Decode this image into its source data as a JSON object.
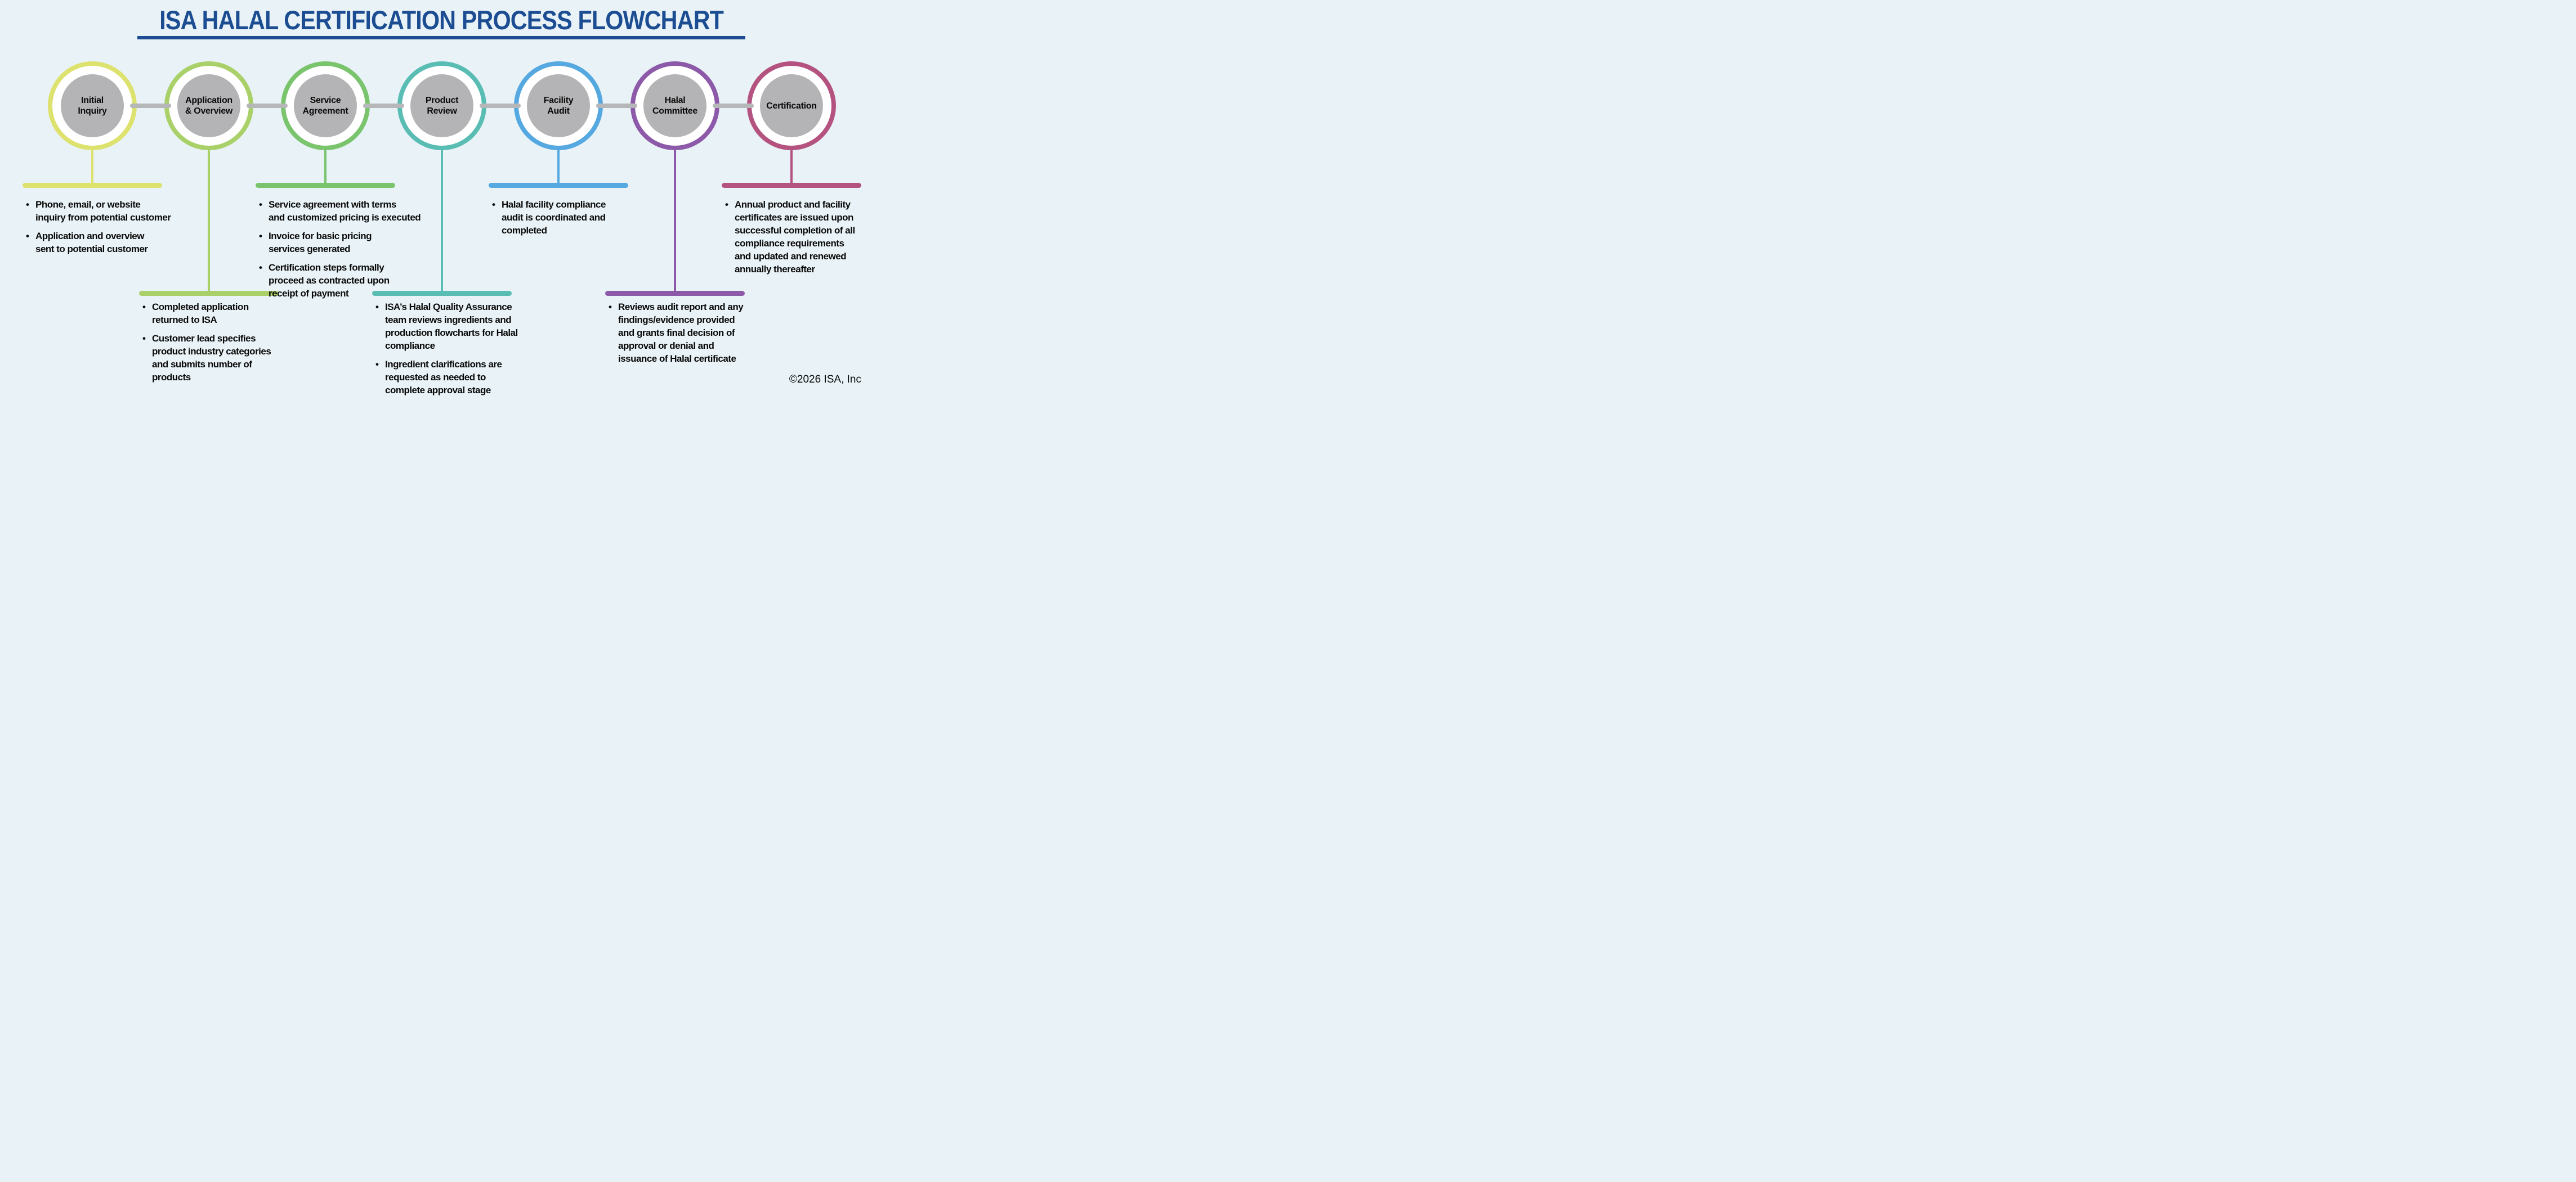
{
  "title": "ISA HALAL CERTIFICATION PROCESS FLOWCHART",
  "copyright": "©2026 ISA, Inc",
  "icons": {
    "bullet": "•"
  },
  "colors": {
    "background": "#e9f3f7",
    "title": "#1c4d92",
    "text": "#0a0a0a",
    "node_fill": "#b4b4b6",
    "connector": "#b6b7b9"
  },
  "stages": [
    {
      "label": "Initial\nInquiry",
      "color": "#dde26e",
      "detail_position": "top",
      "bullets": [
        "Phone, email, or website\ninquiry from potential customer",
        "Application and overview\nsent to potential customer"
      ]
    },
    {
      "label": "Application\n& Overview",
      "color": "#a9d069",
      "detail_position": "bottom",
      "bullets": [
        "Completed application\nreturned to ISA",
        "Customer lead specifies\nproduct industry categories\nand submits number of\nproducts"
      ]
    },
    {
      "label": "Service\nAgreement",
      "color": "#7bc46e",
      "detail_position": "top",
      "bullets": [
        "Service agreement with terms\nand customized pricing is executed",
        "Invoice for basic pricing\nservices generated",
        "Certification steps formally\nproceed as contracted upon\nreceipt of payment"
      ]
    },
    {
      "label": "Product\nReview",
      "color": "#5abdb4",
      "detail_position": "bottom",
      "bullets": [
        "ISA’s Halal Quality Assurance\nteam reviews ingredients and\nproduction flowcharts for Halal\ncompliance",
        "Ingredient clarifications are\nrequested as needed to\ncomplete approval stage"
      ]
    },
    {
      "label": "Facility\nAudit",
      "color": "#55a9e0",
      "detail_position": "top",
      "bullets": [
        "Halal facility compliance\naudit is coordinated and\ncompleted"
      ]
    },
    {
      "label": "Halal\nCommittee",
      "color": "#8d5aaa",
      "detail_position": "bottom",
      "bullets": [
        "Reviews audit report and any\nfindings/evidence provided\nand grants final decision of\napproval or denial and\nissuance of Halal certificate"
      ]
    },
    {
      "label": "Certification",
      "color": "#b55380",
      "detail_position": "top",
      "bullets": [
        "Annual product and facility\ncertificates are issued upon\nsuccessful completion of all\ncompliance requirements\nand updated and renewed\nannually thereafter"
      ]
    }
  ]
}
